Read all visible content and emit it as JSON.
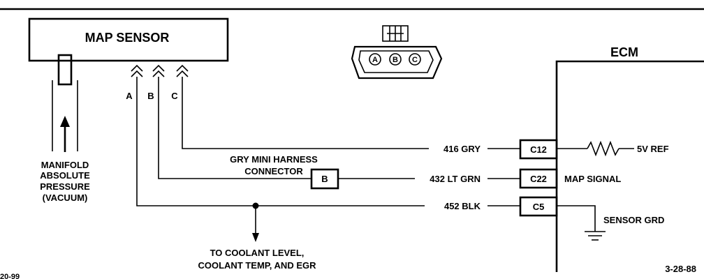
{
  "map_sensor": {
    "title": "MAP SENSOR"
  },
  "sensor_pins": {
    "a": "A",
    "b": "B",
    "c": "C"
  },
  "manifold_label": [
    "MANIFOLD",
    "ABSOLUTE",
    "PRESSURE",
    "(VACUUM)"
  ],
  "connector_view": {
    "pins": [
      "A",
      "B",
      "C"
    ]
  },
  "ecm": {
    "title": "ECM"
  },
  "wires": [
    {
      "circuit": "416 GRY",
      "ecm_pin": "C12",
      "function": "5V REF"
    },
    {
      "circuit": "432 LT GRN",
      "ecm_pin": "C22",
      "function": "MAP SIGNAL"
    },
    {
      "circuit": "452 BLK",
      "ecm_pin": "C5",
      "function": "SENSOR GRD"
    }
  ],
  "harness_connector": {
    "label_line1": "GRY MINI HARNESS",
    "label_line2": "CONNECTOR",
    "pin": "B"
  },
  "ground_branch": {
    "line1": "TO COOLANT LEVEL,",
    "line2": "COOLANT TEMP, AND EGR"
  },
  "corner_left": "20-99",
  "corner_right": "3-28-88"
}
